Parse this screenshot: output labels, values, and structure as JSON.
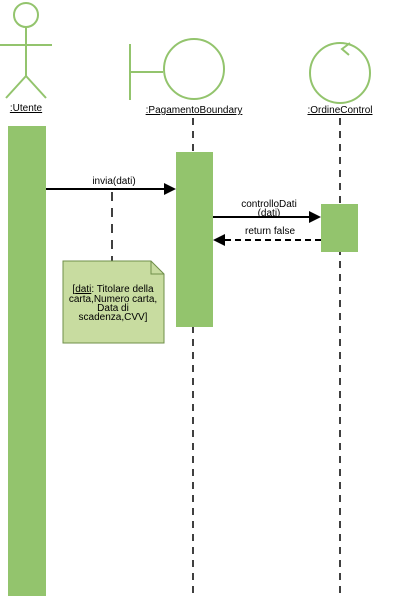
{
  "colors": {
    "accent": "#93c46d",
    "note_fill": "#c8dca0",
    "note_stroke": "#6f8f4a",
    "line": "#000000"
  },
  "participants": [
    {
      "label": ":Utente",
      "icon": "actor-icon"
    },
    {
      "label": ":PagamentoBoundary",
      "icon": "boundary-icon"
    },
    {
      "label": ":OrdineControl",
      "icon": "control-icon"
    }
  ],
  "messages": [
    {
      "label": "invia(dati)",
      "from": ":Utente",
      "to": ":PagamentoBoundary",
      "kind": "sync"
    },
    {
      "label_line1": "controlloDati",
      "label_line2": "(dati)",
      "from": ":PagamentoBoundary",
      "to": ":OrdineControl",
      "kind": "sync"
    },
    {
      "label": "return false",
      "from": ":OrdineControl",
      "to": ":PagamentoBoundary",
      "kind": "return"
    }
  ],
  "note": {
    "underlined": "dati",
    "line1_rest": ": Titolare della",
    "line1_open": "[",
    "line2": "carta,Numero carta,",
    "line3": "Data di",
    "line4": "scadenza,CVV]"
  }
}
